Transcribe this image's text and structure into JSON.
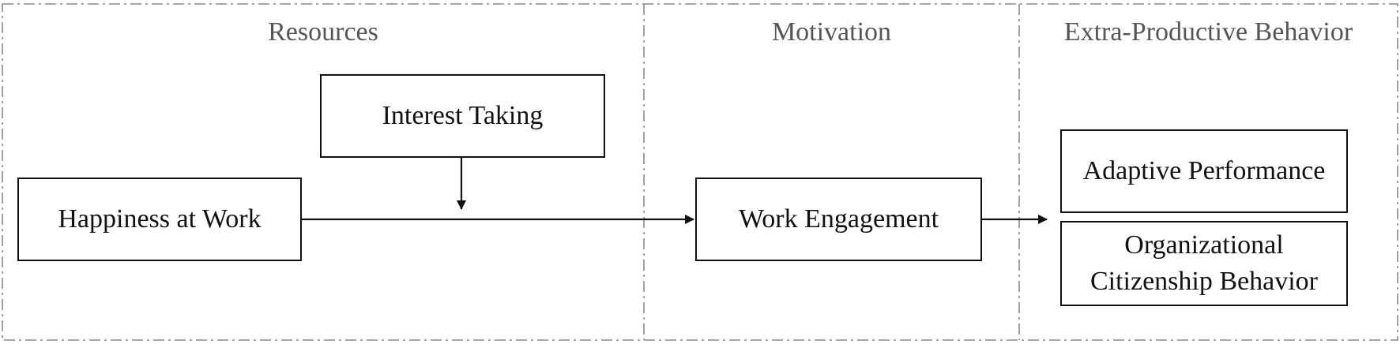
{
  "sections": [
    {
      "title": "Resources"
    },
    {
      "title": "Motivation"
    },
    {
      "title": "Extra-Productive Behavior"
    }
  ],
  "boxes": {
    "interest_taking": "Interest Taking",
    "happiness_at_work": "Happiness at Work",
    "work_engagement": "Work Engagement",
    "adaptive_performance": "Adaptive Performance",
    "ocb_line1": "Organizational",
    "ocb_line2": "Citizenship Behavior"
  },
  "colors": {
    "line": "#111111",
    "dashed_border": "#888888",
    "section_title": "#555555"
  }
}
